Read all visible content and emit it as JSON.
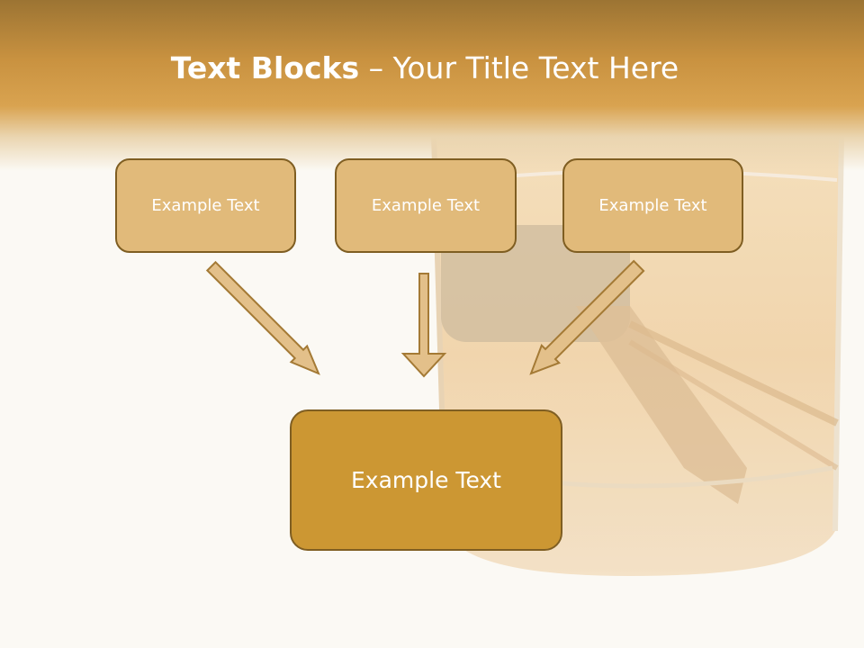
{
  "slide": {
    "title_bold": "Text Blocks",
    "title_dash": " – ",
    "title_rest": "Your Title Text Here"
  },
  "blocks": {
    "top_left": "Example Text",
    "top_center": "Example Text",
    "top_right": "Example Text",
    "bottom": "Example Text"
  },
  "colors": {
    "header": "#c99240",
    "box_fill": "#e1ba7a",
    "box_main_fill": "#cc9733",
    "box_border": "#7f5e22",
    "arrow_fill": "#e3c08a"
  },
  "icons": [
    "arrow-down-right-icon",
    "arrow-down-icon",
    "arrow-down-left-icon"
  ]
}
